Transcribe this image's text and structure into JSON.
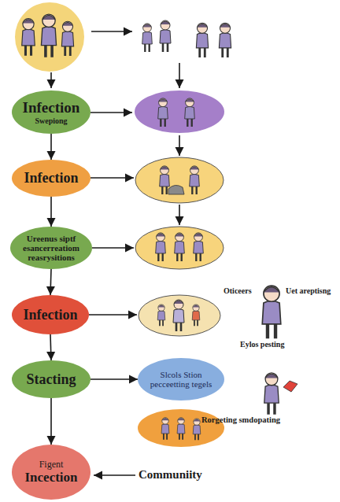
{
  "diagram": {
    "nodes": [
      {
        "text": [
          "Infection",
          "Swepiong"
        ]
      },
      {
        "text": [
          "Infection"
        ]
      },
      {
        "text": [
          "Ureenus siptf esancerreatiom reasrysitions"
        ]
      },
      {
        "text": [
          "Infection"
        ]
      },
      {
        "text": [
          "Stacting"
        ]
      },
      {
        "text": [
          "Slcols Stion pecceetting tegels"
        ]
      },
      {
        "text": [
          "Figent",
          "Incection"
        ]
      }
    ],
    "edges": [
      {
        "from": 0,
        "to": 1,
        "arrow": "to"
      },
      {
        "from": 1,
        "to": 2,
        "arrow": "to"
      },
      {
        "from": 2,
        "to": 3,
        "arrow": "to"
      },
      {
        "from": 3,
        "to": 4,
        "arrow": "to"
      },
      {
        "from": 4,
        "to": 5,
        "arrow": "to"
      },
      {
        "from": 4,
        "to": 6,
        "arrow": "to"
      }
    ],
    "labels": [
      "Oticeers",
      "Uet areptisng",
      "Eylos pesting",
      "Rorgeting smdopating",
      "Communiity"
    ]
  }
}
